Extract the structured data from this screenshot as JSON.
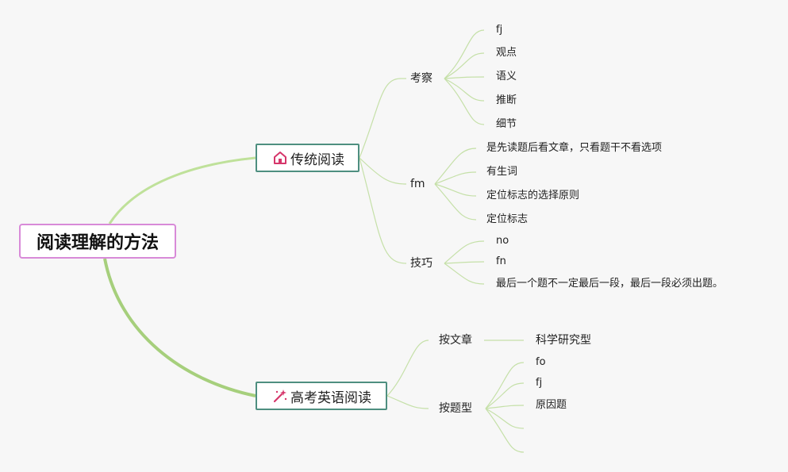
{
  "root": {
    "label": "阅读理解的方法"
  },
  "branches": [
    {
      "label": "传统阅读",
      "icon": "home-icon",
      "children": [
        {
          "label": "考察",
          "children": [
            "fj",
            "观点",
            "语义",
            "推断",
            "细节"
          ]
        },
        {
          "label": "fm",
          "children": [
            "是先读题后看文章，只看题干不看选项",
            "有生词",
            "定位标志的选择原则",
            "定位标志"
          ]
        },
        {
          "label": "技巧",
          "children": [
            "no",
            "fn",
            "最后一个题不一定最后一段，最后一段必须出题。"
          ]
        }
      ]
    },
    {
      "label": "高考英语阅读",
      "icon": "magic-wand-icon",
      "children": [
        {
          "label": "按文章",
          "children": [
            "科学研究型"
          ]
        },
        {
          "label": "按题型",
          "children": [
            "fo",
            "fj",
            "原因题",
            "",
            ""
          ]
        }
      ]
    }
  ],
  "colors": {
    "accent_root": "#d88ad8",
    "accent_main": "#4e8f80",
    "line_main": "#a6cf7c",
    "line_thin": "#c5e0a8",
    "icon": "#d6366b"
  }
}
